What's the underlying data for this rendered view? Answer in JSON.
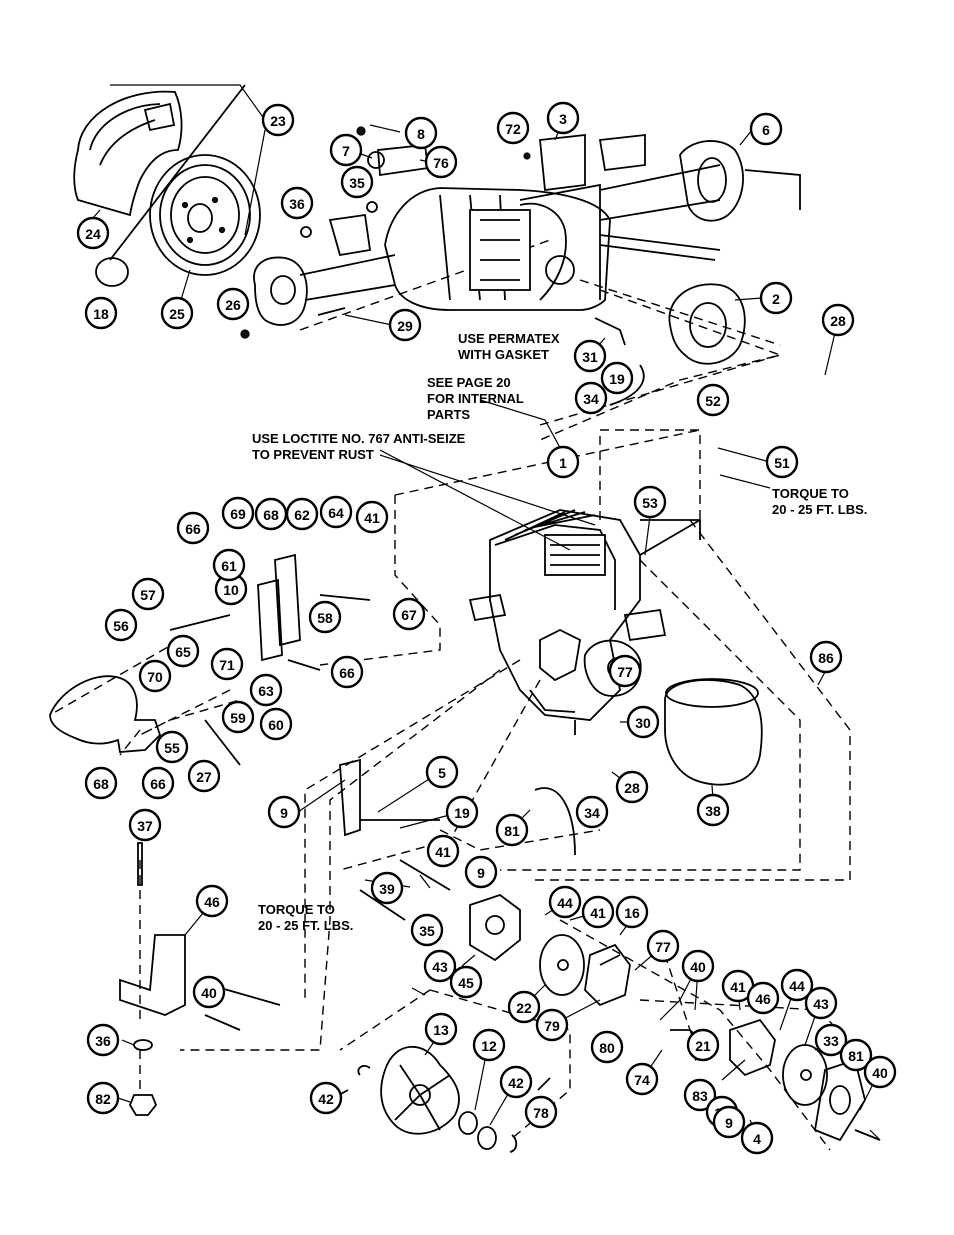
{
  "notes": {
    "permatex_1": "USE PERMATEX",
    "permatex_2": "WITH GASKET",
    "see_page_1": "SEE PAGE 20",
    "see_page_2": "FOR INTERNAL",
    "see_page_3": "PARTS",
    "loctite_1": "USE LOCTITE NO. 767 ANTI-SEIZE",
    "loctite_2": "TO PREVENT RUST",
    "torque_right_1": "TORQUE TO",
    "torque_right_2": "20 - 25 FT. LBS.",
    "torque_left_1": "TORQUE TO",
    "torque_left_2": "20 - 25 FT. LBS."
  },
  "callouts": [
    "23",
    "8",
    "72",
    "3",
    "6",
    "7",
    "76",
    "35",
    "36",
    "24",
    "18",
    "25",
    "26",
    "29",
    "2",
    "31",
    "19",
    "34",
    "28",
    "52",
    "51",
    "1",
    "53",
    "66",
    "69",
    "68",
    "62",
    "64",
    "41",
    "57",
    "10",
    "61",
    "56",
    "67",
    "65",
    "58",
    "71",
    "66",
    "70",
    "63",
    "59",
    "60",
    "55",
    "66",
    "68",
    "27",
    "77",
    "86",
    "30",
    "28",
    "38",
    "9",
    "5",
    "19",
    "34",
    "81",
    "41",
    "9",
    "39",
    "35",
    "37",
    "46",
    "44",
    "41",
    "16",
    "45",
    "77",
    "40",
    "43",
    "22",
    "79",
    "41",
    "46",
    "44",
    "43",
    "33",
    "40",
    "80",
    "74",
    "13",
    "12",
    "42",
    "42",
    "78",
    "21",
    "81",
    "40",
    "83",
    "17",
    "9",
    "4",
    "36",
    "82"
  ]
}
